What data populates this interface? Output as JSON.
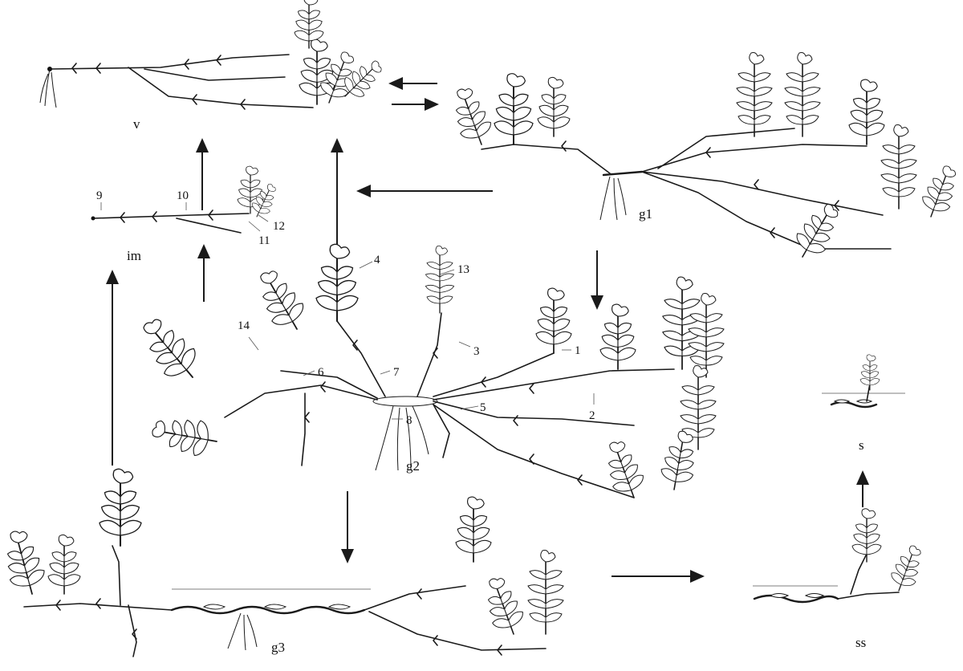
{
  "stages": {
    "v": "v",
    "g1": "g1",
    "im": "im",
    "g2": "g2",
    "g3": "g3",
    "s": "s",
    "ss": "ss"
  },
  "numbers": {
    "n1": "1",
    "n2": "2",
    "n3": "3",
    "n4": "4",
    "n5": "5",
    "n6": "6",
    "n7": "7",
    "n8": "8",
    "n9": "9",
    "n10": "10",
    "n11": "11",
    "n12": "12",
    "n13": "13",
    "n14": "14"
  }
}
